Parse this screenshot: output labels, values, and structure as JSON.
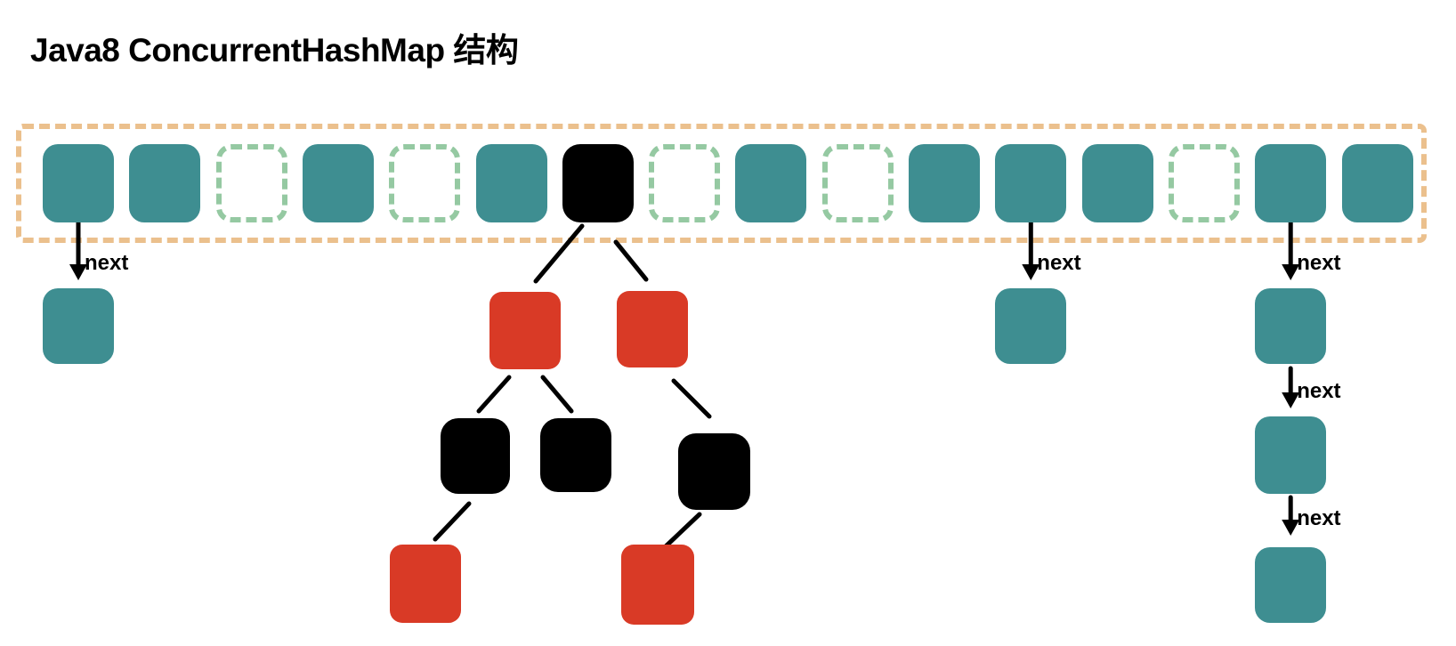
{
  "title": "Java8 ConcurrentHashMap 结构",
  "colors": {
    "teal": "#3E8E91",
    "red": "#D93A26",
    "black": "#000000",
    "orange": "#EBC08D",
    "green": "#95C9A2",
    "line": "#000000"
  },
  "labels": {
    "next": "next"
  },
  "array": {
    "slot_count": 16,
    "slots": [
      "filled",
      "filled",
      "empty",
      "filled",
      "empty",
      "filled",
      "treebin",
      "empty",
      "filled",
      "empty",
      "filled",
      "filled",
      "filled",
      "empty",
      "filled",
      "filled"
    ]
  },
  "chains": [
    {
      "slot_index": 0,
      "nodes": [
        "filled"
      ]
    },
    {
      "slot_index": 11,
      "nodes": [
        "filled"
      ]
    },
    {
      "slot_index": 14,
      "nodes": [
        "filled",
        "filled",
        "filled"
      ]
    }
  ],
  "tree": {
    "root_slot_index": 6,
    "nodes": [
      {
        "id": "t-red-1",
        "color": "red"
      },
      {
        "id": "t-red-2",
        "color": "red"
      },
      {
        "id": "t-black-1",
        "color": "black"
      },
      {
        "id": "t-black-2",
        "color": "black"
      },
      {
        "id": "t-black-3",
        "color": "black"
      },
      {
        "id": "t-red-3",
        "color": "red"
      },
      {
        "id": "t-red-4",
        "color": "red"
      }
    ],
    "edges": [
      [
        "root",
        "t-red-1"
      ],
      [
        "root",
        "t-red-2"
      ],
      [
        "t-red-1",
        "t-black-1"
      ],
      [
        "t-red-1",
        "t-black-2"
      ],
      [
        "t-red-2",
        "t-black-3"
      ],
      [
        "t-black-1",
        "t-red-3"
      ],
      [
        "t-black-3",
        "t-red-4"
      ]
    ]
  }
}
